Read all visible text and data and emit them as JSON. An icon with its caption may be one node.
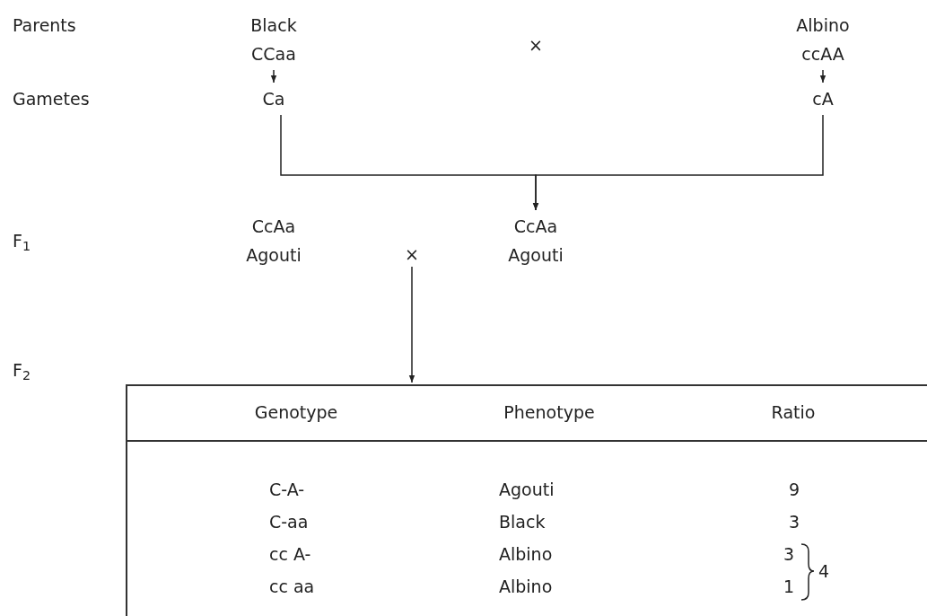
{
  "diagram": {
    "nodes": [
      {
        "text": [
          "Black",
          "CCaa"
        ]
      },
      {
        "text": [
          "Albino",
          "ccAA"
        ]
      },
      {
        "text": [
          "Ca"
        ]
      },
      {
        "text": [
          "cA"
        ]
      },
      {
        "text": [
          "CcAa",
          "Agouti"
        ]
      },
      {
        "text": [
          "×"
        ]
      },
      {
        "text": [
          "CcAa",
          "Agouti"
        ]
      },
      {
        "text": [],
        "shape": "box"
      }
    ],
    "edges": [
      {
        "from": 0,
        "to": 2,
        "arrow": "to"
      },
      {
        "from": 1,
        "to": 3,
        "arrow": "to"
      },
      {
        "from": 2,
        "to": 6,
        "arrow": "to"
      },
      {
        "from": 3,
        "to": 6,
        "arrow": "to"
      },
      {
        "from": 5,
        "to": 7,
        "arrow": "to"
      }
    ],
    "labels": [
      "Parents",
      "×",
      "Gametes",
      "F$_{1}$",
      "F$_{2}$",
      "Genotype",
      "Phenotype",
      "Ratio",
      "C-A-",
      "Agouti",
      "9",
      "C-aa",
      "Black",
      "3",
      "cc A-",
      "Albino",
      "3",
      "cc aa",
      "Albino",
      "1",
      "4"
    ]
  }
}
